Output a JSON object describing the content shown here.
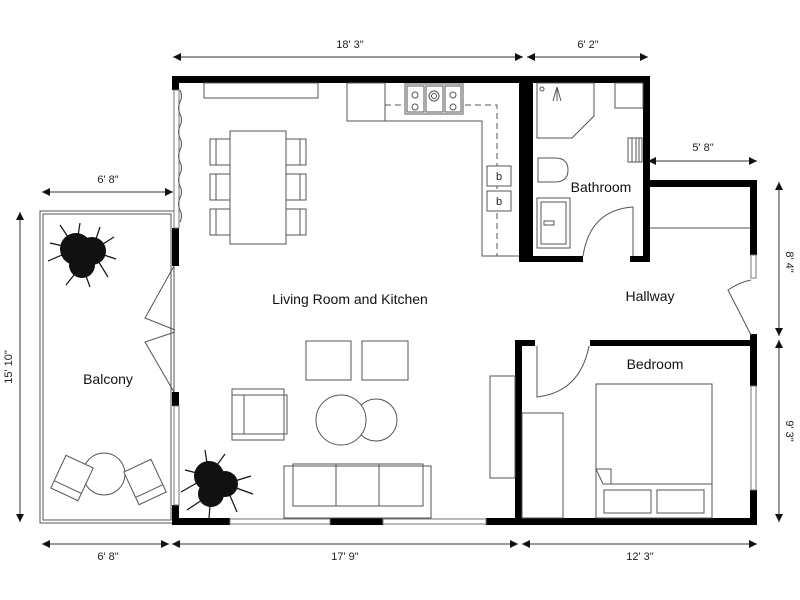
{
  "plan": {
    "rooms": {
      "living_kitchen": "Living Room and Kitchen",
      "bathroom": "Bathroom",
      "hallway": "Hallway",
      "bedroom": "Bedroom",
      "balcony": "Balcony"
    },
    "dimensions": {
      "top_living": "18' 3\"",
      "top_bathroom": "6' 2\"",
      "hall_top": "5' 8\"",
      "balcony_top": "6' 8\"",
      "left_height": "15' 10\"",
      "right_upper": "8' 4\"",
      "right_lower": "9' 3\"",
      "bottom_balcony": "6' 8\"",
      "bottom_living": "17' 9\"",
      "bottom_bedroom": "12' 3\""
    },
    "fixtures": {
      "sink_mark_1": "b",
      "sink_mark_2": "b"
    },
    "colors": {
      "wall": "#000000",
      "line": "#555555",
      "background": "#ffffff"
    }
  }
}
